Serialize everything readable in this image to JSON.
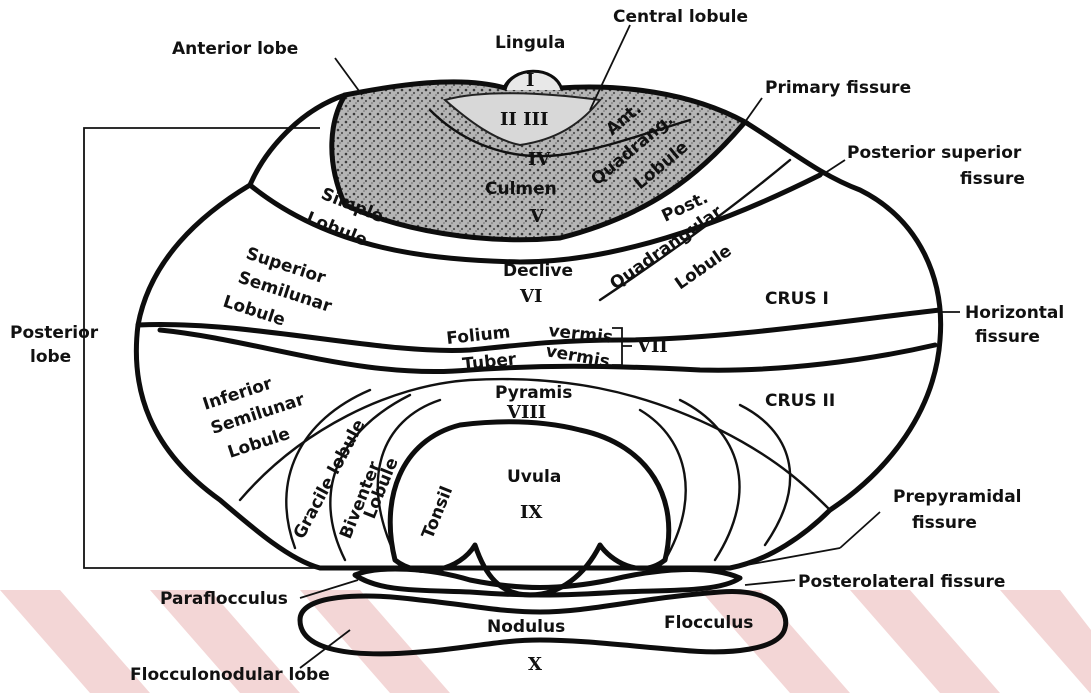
{
  "labels": {
    "anterior_lobe": "Anterior  lobe",
    "lingula": "Lingula",
    "central_lobule": "Central  lobule",
    "primary_fissure": "Primary  fissure",
    "posterior_superior_fissure_1": "Posterior  superior",
    "posterior_superior_fissure_2": "fissure",
    "horizontal_fissure_1": "Horizontal",
    "horizontal_fissure_2": "fissure",
    "prepyramidal_fissure_1": "Prepyramidal",
    "prepyramidal_fissure_2": "fissure",
    "posterolateral_fissure": "Posterolateral  fissure",
    "posterior_lobe_1": "Posterior",
    "posterior_lobe_2": "lobe",
    "paraflocculus": "Paraflocculus",
    "flocculonodular_lobe": "Flocculonodular  lobe",
    "simple_lobule_1": "Simple",
    "simple_lobule_2": "Lobule",
    "superior_semilunar_1": "Superior",
    "superior_semilunar_2": "Semilunar",
    "superior_semilunar_3": "Lobule",
    "inferior_semilunar_1": "Inferior",
    "inferior_semilunar_2": "Semilunar",
    "inferior_semilunar_3": "Lobule",
    "gracile_lobule": "Gracile  lobule",
    "biventer_lobule_1": "Biventer",
    "biventer_lobule_2": "Lobule",
    "tonsil": "Tonsil",
    "uvula": "Uvula",
    "pyramis": "Pyramis",
    "declive": "Declive",
    "culmen": "Culmen",
    "ant_quadrang_1": "Ant.",
    "ant_quadrang_2": "Quadrang.",
    "ant_quadrang_3": "Lobule",
    "post_quadrang_1": "Post.",
    "post_quadrang_2": "Quadrangular",
    "post_quadrang_3": "Lobule",
    "crus_1": "CRUS  I",
    "crus_2": "CRUS  II",
    "folium": "Folium",
    "folium_vermis": "vermis",
    "tuber": "Tuber",
    "tuber_vermis": "vermis",
    "nodulus": "Nodulus",
    "flocculus": "Flocculus"
  },
  "roman": {
    "i": "I",
    "ii_iii": "II  III",
    "iv": "IV",
    "v": "V",
    "vi": "VI",
    "vii": "VII",
    "viii": "VIII",
    "ix": "IX",
    "x": "X"
  },
  "colors": {
    "outline": "#0d0d0d",
    "anterior_fill": "#9a9a9a",
    "watermark": "#f3d6d6"
  }
}
